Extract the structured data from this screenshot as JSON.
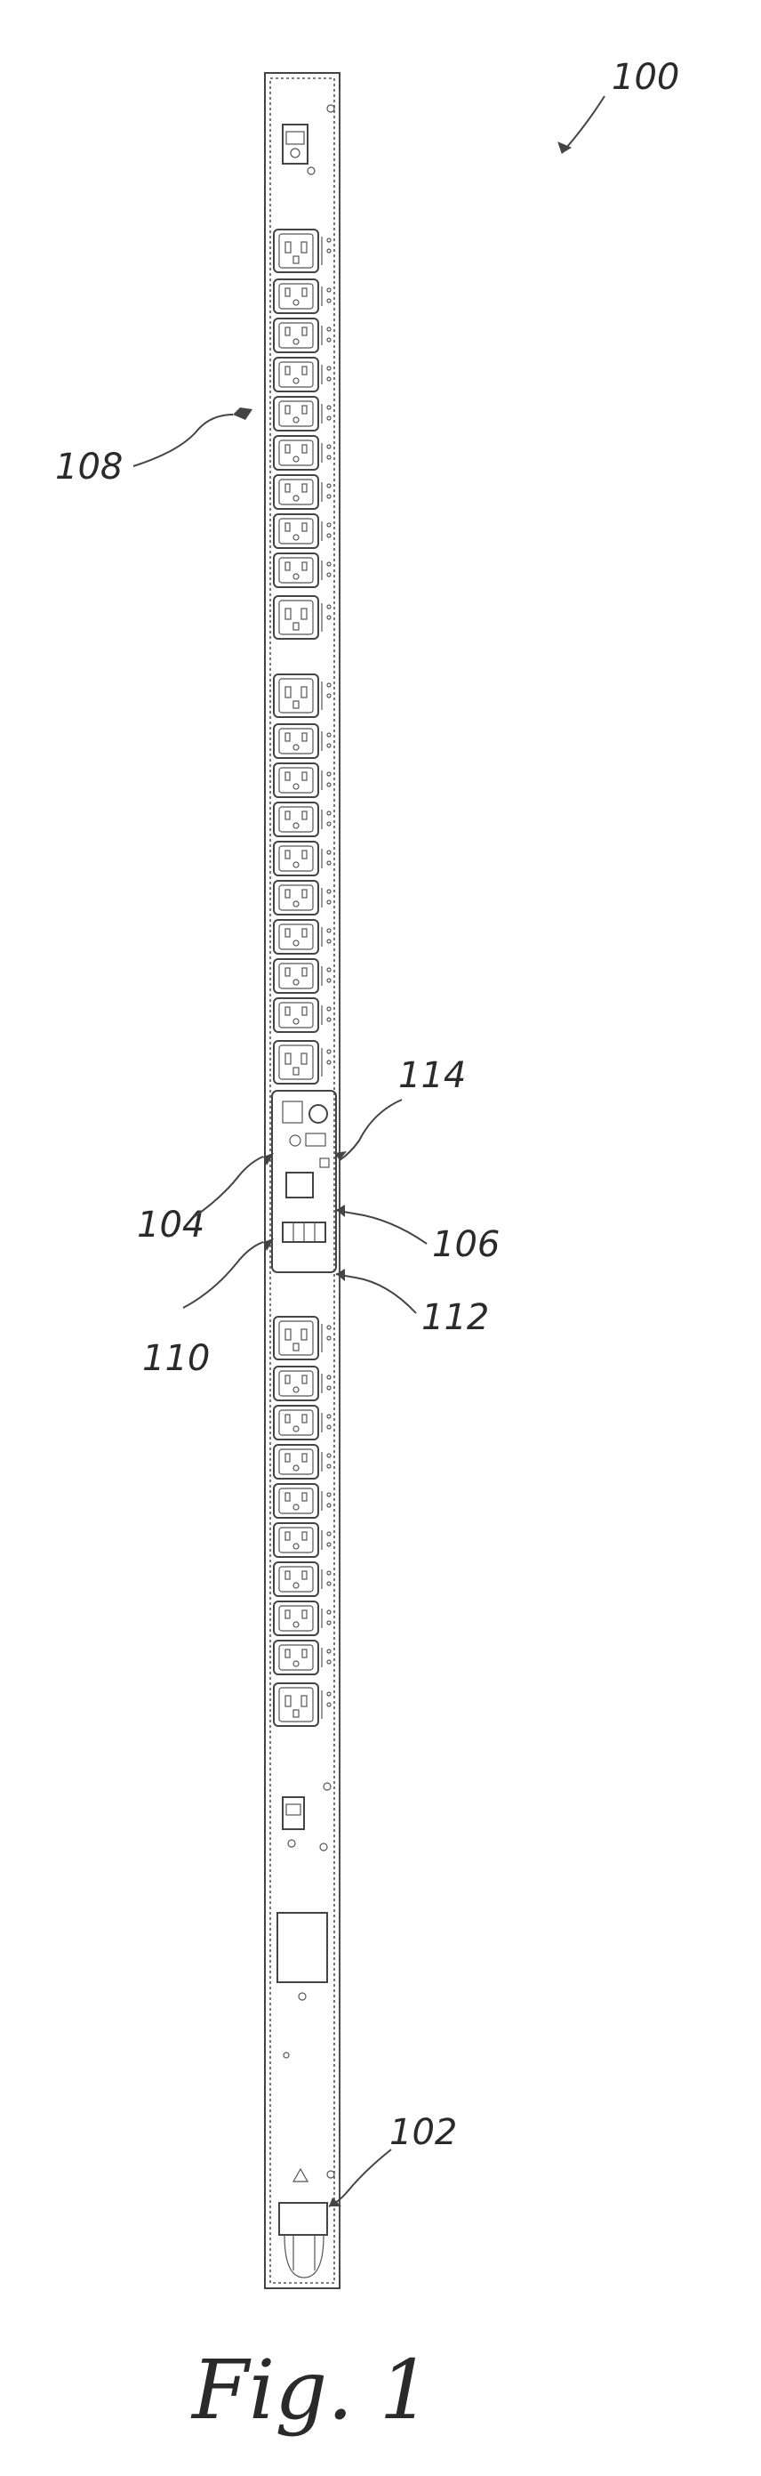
{
  "figure": {
    "caption": "Fig. 1",
    "labels": {
      "l100": "100",
      "l102": "102",
      "l104": "104",
      "l106": "106",
      "l108": "108",
      "l110": "110",
      "l112": "112",
      "l114": "114"
    },
    "outlet_groups": [
      {
        "name": "upper-group",
        "c19_top": true,
        "c13_count": 8,
        "c19_bottom": true
      },
      {
        "name": "middle-group",
        "c19_top": true,
        "c13_count": 8,
        "c19_bottom": true
      },
      {
        "name": "lower-group",
        "c19_top": true,
        "c13_count": 8,
        "c19_bottom": true
      }
    ],
    "colors": {
      "line": "#444444",
      "background": "#ffffff"
    }
  }
}
